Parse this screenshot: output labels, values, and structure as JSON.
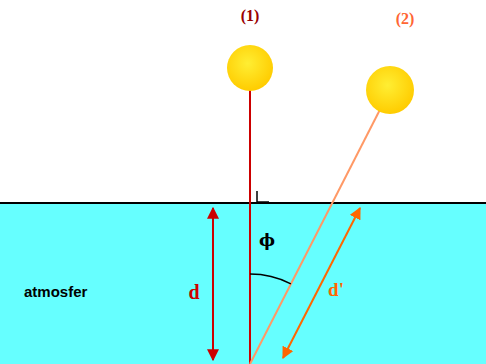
{
  "diagram": {
    "labels": [
      "(1)",
      "(2)",
      "atmosfer",
      "d",
      "ϕ",
      "d'"
    ]
  }
}
